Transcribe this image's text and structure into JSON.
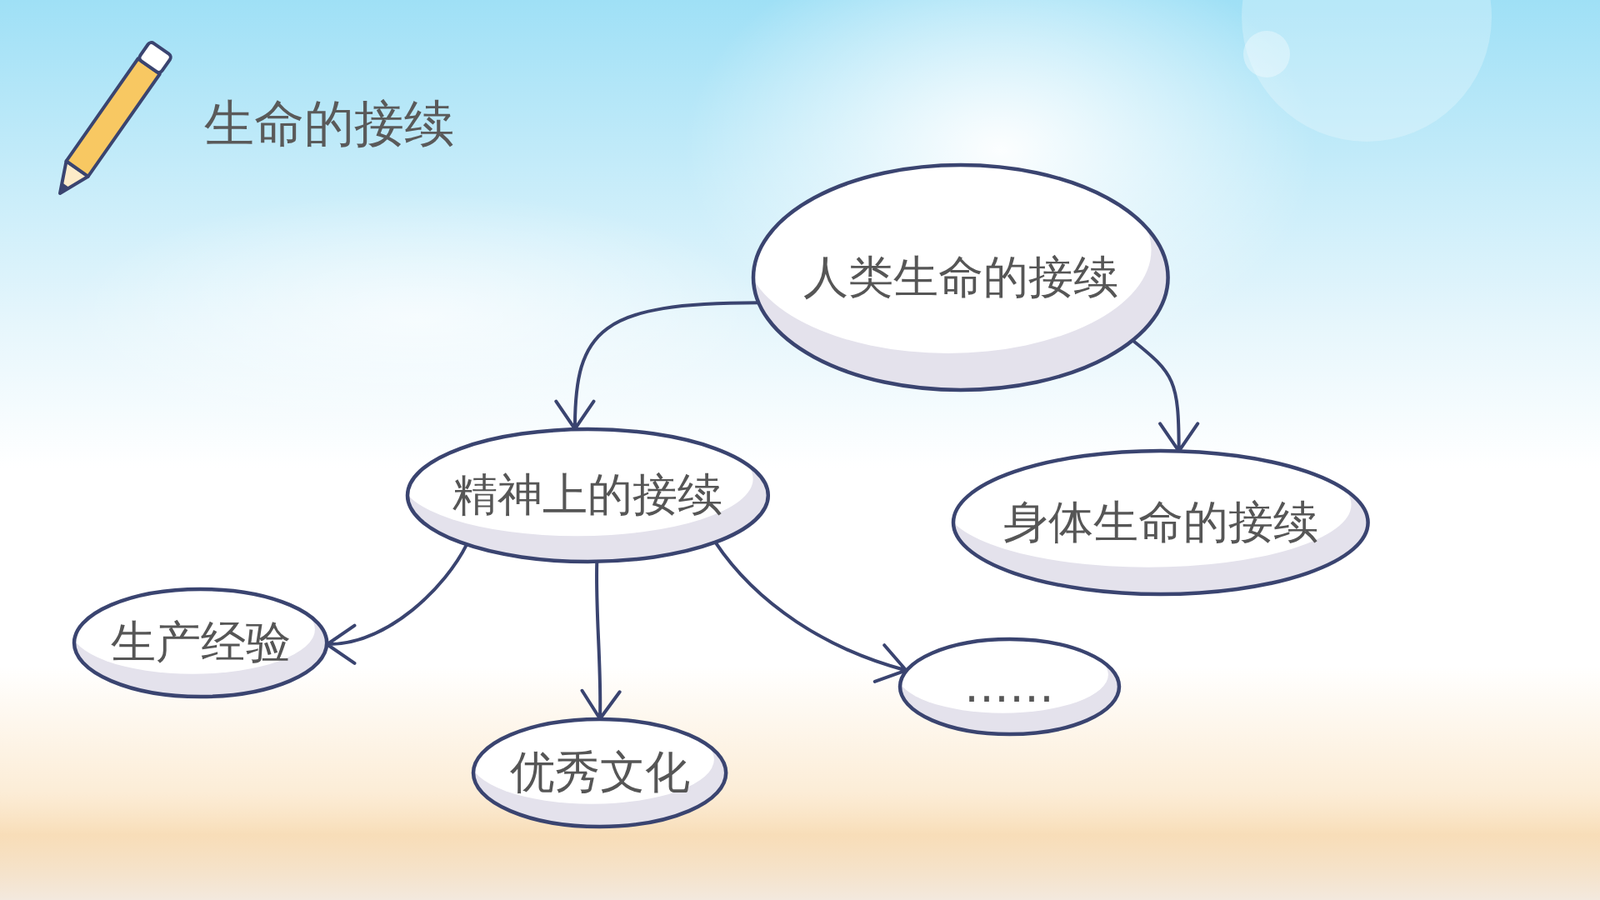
{
  "diagram": {
    "title": "生命的接续",
    "nodes": [
      {
        "text": [
          "人类生命的接续"
        ]
      },
      {
        "text": [
          "精神上的接续"
        ]
      },
      {
        "text": [
          "身体生命的接续"
        ]
      },
      {
        "text": [
          "生产经验"
        ]
      },
      {
        "text": [
          "优秀文化"
        ]
      },
      {
        "text": [
          "……"
        ]
      }
    ],
    "edges": [
      {
        "from": 0,
        "to": 1,
        "arrow": "to"
      },
      {
        "from": 0,
        "to": 2,
        "arrow": "to"
      },
      {
        "from": 1,
        "to": 3,
        "arrow": "to"
      },
      {
        "from": 1,
        "to": 4,
        "arrow": "to"
      },
      {
        "from": 1,
        "to": 5,
        "arrow": "to"
      }
    ]
  }
}
